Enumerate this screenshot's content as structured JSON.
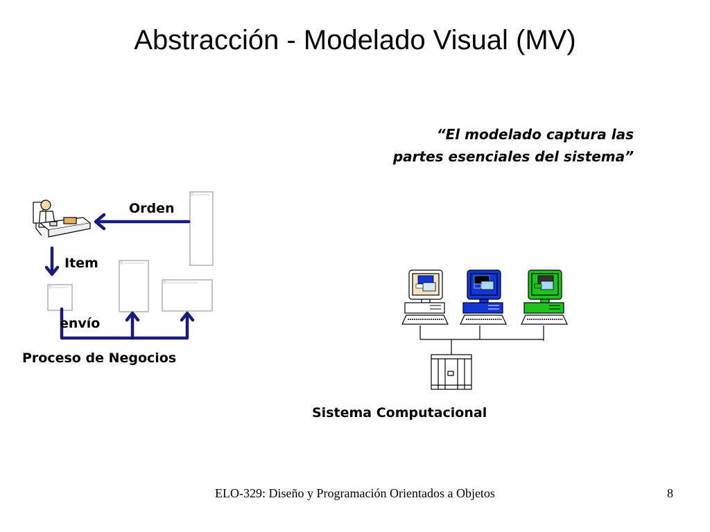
{
  "slide": {
    "title": "Abstracción - Modelado Visual (MV)",
    "quote_line1": "“El modelado captura las",
    "quote_line2": "partes esenciales del sistema”",
    "business": {
      "label_order": "Orden",
      "label_item": "Item",
      "label_shipping": "envío",
      "caption": "Proceso de Negocios"
    },
    "computer": {
      "caption": "Sistema Computacional"
    },
    "footer": "ELO-329: Diseño y Programación Orientados a Objetos",
    "page_number": "8"
  },
  "colors": {
    "arrow": "#1a1a7a",
    "monitor_1": "#f2e3c4",
    "monitor_2": "#1536d6",
    "monitor_3": "#1fc21f"
  },
  "icons": [
    "person-at-desk-icon",
    "workstation-icon",
    "server-icon",
    "document-icon"
  ]
}
